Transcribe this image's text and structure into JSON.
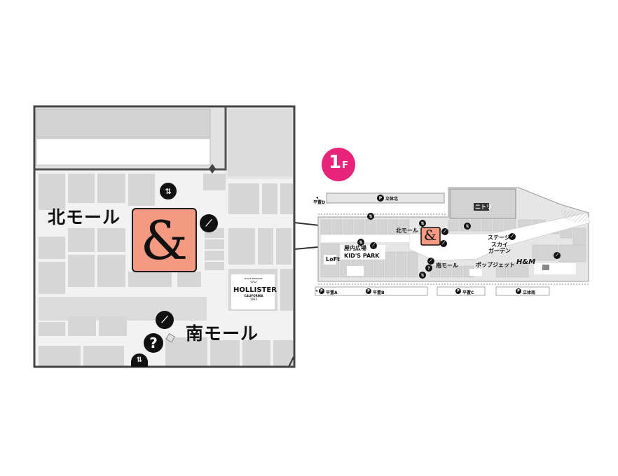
{
  "floor": {
    "number": "1",
    "suffix": "F",
    "color": "#e8247a"
  },
  "zoom": {
    "north_mall": "北モール",
    "south_mall": "南モール",
    "store_logo": "&",
    "store_color": "#f59a82",
    "hollister": {
      "small": "BASTE MINIMARE",
      "name": "HOLLISTER",
      "sub": "CALIFORNIA",
      "year": "1922"
    }
  },
  "overview": {
    "north_mall": "北モール",
    "south_mall": "南モール",
    "store_logo": "&",
    "indoor_plaza": "屋内広場",
    "kids_park": "KID'S PARK",
    "stage": "ステージ",
    "sky_garden_1": "スカイ",
    "sky_garden_2": "ガーデン",
    "pop_jet": "ポップジェット",
    "hm": "H&M",
    "loft": "LoFt",
    "nitori": "ニトリ",
    "parking": {
      "hiraoki_d": "平置D",
      "rittai_kita": "立体北",
      "hiraoki_a": "平置A",
      "hiraoki_b": "平置B",
      "hiraoki_c": "平置C",
      "rittai_minami": "立体南"
    }
  }
}
